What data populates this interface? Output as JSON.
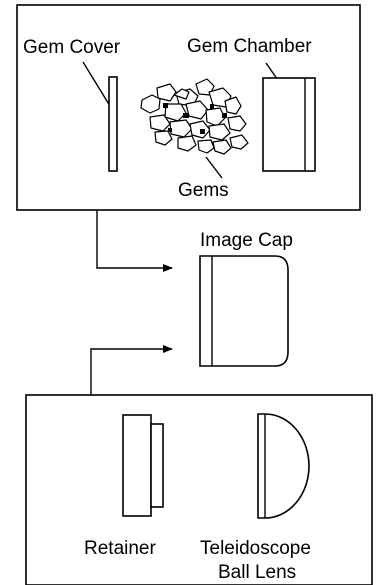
{
  "labels": {
    "gem_cover": "Gem Cover",
    "gem_chamber": "Gem Chamber",
    "gems": "Gems",
    "image_cap": "Image Cap",
    "retainer": "Retainer",
    "teleidoscope_line1": "Teleidoscope",
    "teleidoscope_line2": "Ball Lens"
  }
}
